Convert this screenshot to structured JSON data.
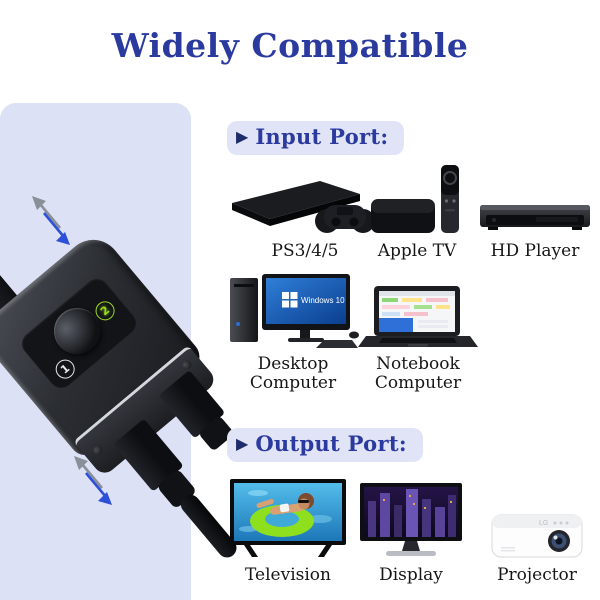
{
  "title": "Widely Compatible",
  "sections": {
    "input": {
      "bullet": "▶",
      "label": "Input Port:",
      "items": [
        {
          "label": "PS3/4/5"
        },
        {
          "label": "Apple TV"
        },
        {
          "label": "HD Player"
        },
        {
          "label": "Desktop Computer",
          "screen_text": "Windows 10"
        },
        {
          "label": "Notebook Computer"
        }
      ]
    },
    "output": {
      "bullet": "▶",
      "label": "Output Port:",
      "items": [
        {
          "label": "Television"
        },
        {
          "label": "Display"
        },
        {
          "label": "Projector",
          "brand_text": "LG"
        }
      ]
    }
  },
  "device": {
    "port1_label": "1",
    "port2_label": "2"
  },
  "colors": {
    "accent_blue": "#2b3a9e",
    "bullet_navy": "#1e2c6b",
    "pill_background": "#e1e4f6",
    "panel_background": "#dde1f5",
    "arrow_blue": "#2c50d8",
    "arrow_gray": "#8a8f98",
    "port2_green": "#9edc1e",
    "label_text": "#161616"
  }
}
